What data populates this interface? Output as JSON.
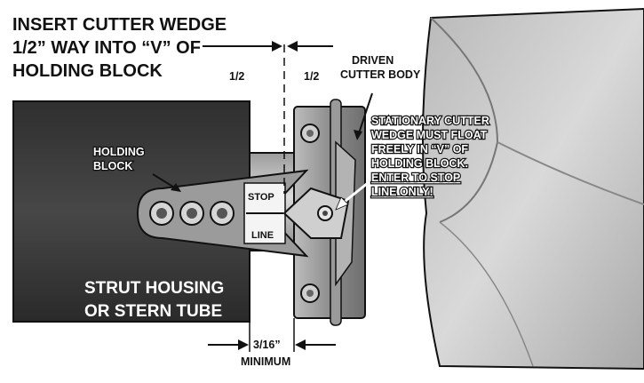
{
  "title": {
    "line1": "INSERT CUTTER WEDGE",
    "line2": "1/2” WAY INTO “V” OF",
    "line3": "HOLDING BLOCK"
  },
  "labels": {
    "half_left": "1/2",
    "half_right": "1/2",
    "driven_line1": "DRIVEN",
    "driven_line2": "CUTTER BODY",
    "holding_line1": "HOLDING",
    "holding_line2": "BLOCK",
    "stop": "STOP",
    "line": "LINE",
    "stationary_line1": "STATIONARY CUTTER",
    "stationary_line2": "WEDGE MUST FLOAT",
    "stationary_line3": "FREELY IN “V” OF",
    "stationary_line4": "HOLDING BLOCK.",
    "stationary_line5": "ENTER TO STOP",
    "stationary_line6": "LINE ONLY!",
    "strut_line1": "STRUT HOUSING",
    "strut_line2": "OR STERN TUBE",
    "gap_value": "3/16”",
    "gap_note": "MINIMUM"
  },
  "colors": {
    "housing_dark": "#3a3a3a",
    "propeller_light": "#c8c8c8",
    "metal_mid": "#9a9a9a",
    "outline": "#111111"
  }
}
